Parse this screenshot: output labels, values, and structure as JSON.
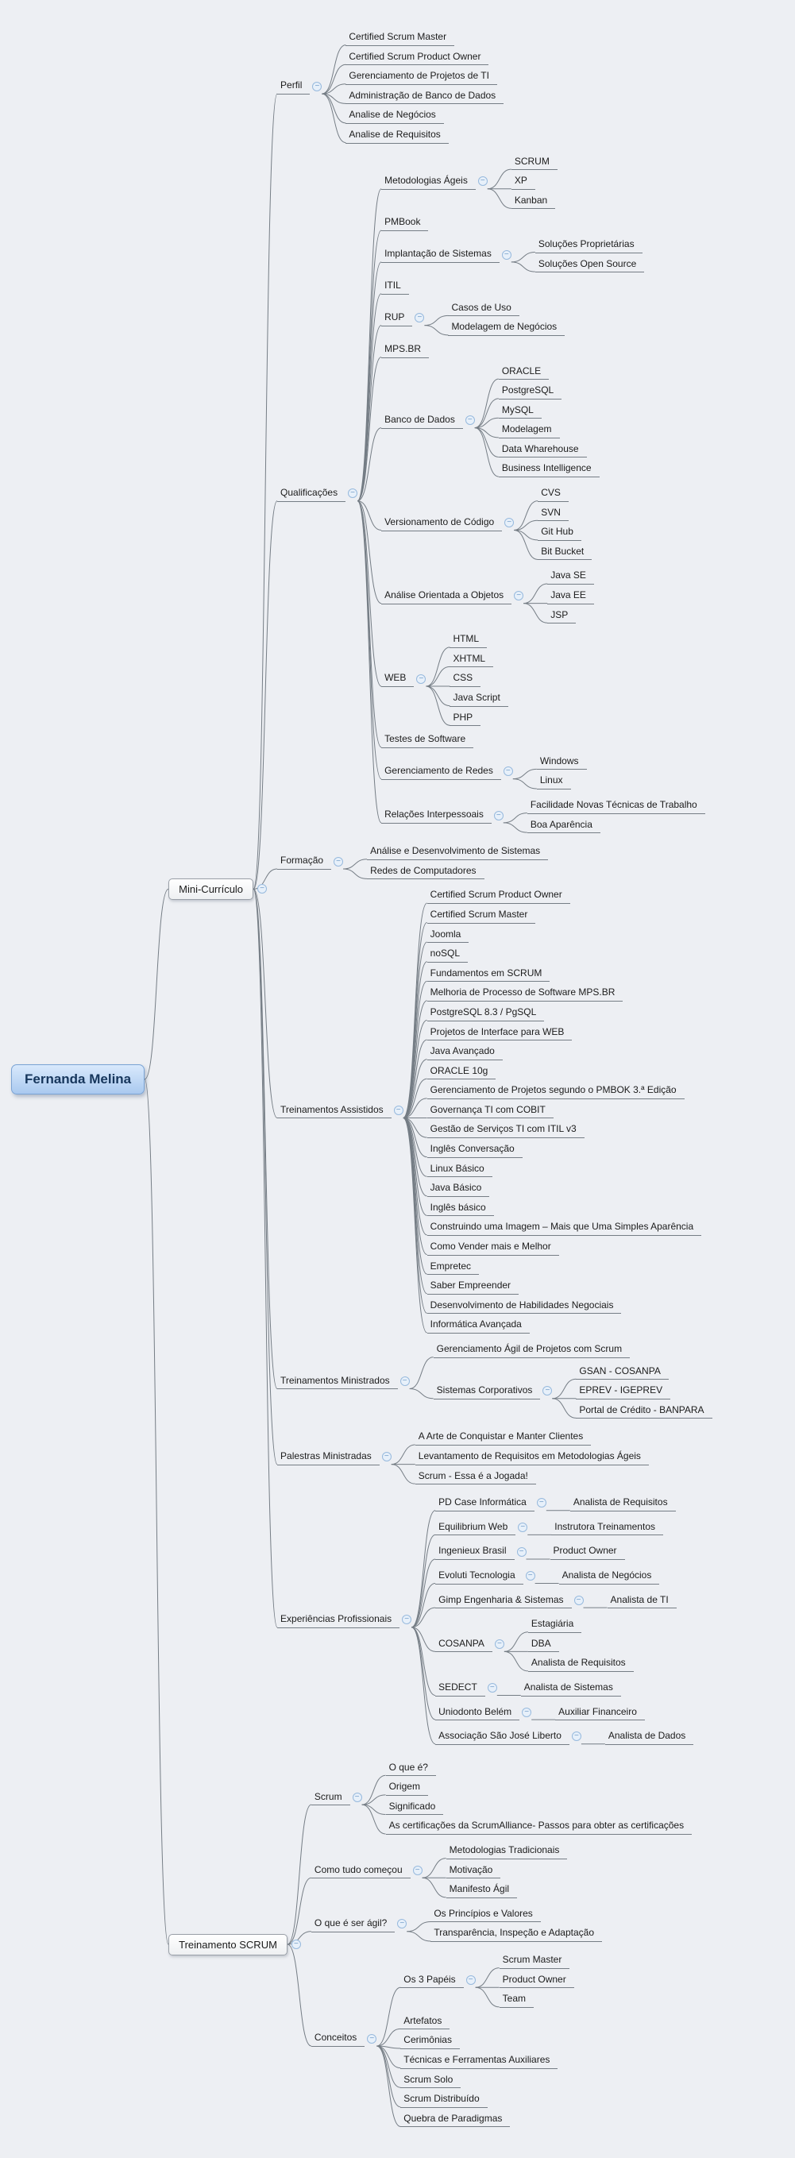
{
  "icons": {
    "collapse": "−"
  },
  "colors": {
    "background": "#edeff3",
    "line": "#757d85",
    "text": "#1b1b1b",
    "root_fill_top": "#d9e9fc",
    "root_fill_bottom": "#a9c9ef",
    "root_border": "#7aa3d4",
    "root_text": "#16365c",
    "main_fill_top": "#ffffff",
    "main_fill_bottom": "#eef0f2",
    "main_border": "#999fa7",
    "collapse_bg": "#e7f0fa",
    "collapse_border": "#97b9dd",
    "collapse_glyph": "#6f99c6"
  },
  "tree": {
    "label": "Fernanda Melina",
    "type": "root",
    "children": [
      {
        "label": "Mini-Currículo",
        "type": "main",
        "children": [
          {
            "label": "Perfil",
            "children": [
              {
                "label": "Certified Scrum Master"
              },
              {
                "label": "Certified Scrum Product Owner"
              },
              {
                "label": "Gerenciamento de Projetos de TI"
              },
              {
                "label": "Administração de Banco de Dados"
              },
              {
                "label": "Analise de Negócios"
              },
              {
                "label": "Analise de Requisitos"
              }
            ]
          },
          {
            "label": "Qualificações",
            "children": [
              {
                "label": "Metodologias Ágeis",
                "children": [
                  {
                    "label": "SCRUM"
                  },
                  {
                    "label": "XP"
                  },
                  {
                    "label": "Kanban"
                  }
                ]
              },
              {
                "label": "PMBook"
              },
              {
                "label": "Implantação de Sistemas",
                "children": [
                  {
                    "label": "Soluções Proprietárias"
                  },
                  {
                    "label": "Soluções Open Source"
                  }
                ]
              },
              {
                "label": "ITIL"
              },
              {
                "label": "RUP",
                "children": [
                  {
                    "label": "Casos de Uso"
                  },
                  {
                    "label": "Modelagem de Negócios"
                  }
                ]
              },
              {
                "label": "MPS.BR"
              },
              {
                "label": "Banco de Dados",
                "children": [
                  {
                    "label": "ORACLE"
                  },
                  {
                    "label": "PostgreSQL"
                  },
                  {
                    "label": "MySQL"
                  },
                  {
                    "label": "Modelagem"
                  },
                  {
                    "label": "Data Wharehouse"
                  },
                  {
                    "label": "Business Intelligence"
                  }
                ]
              },
              {
                "label": "Versionamento de Código",
                "children": [
                  {
                    "label": "CVS"
                  },
                  {
                    "label": "SVN"
                  },
                  {
                    "label": "Git Hub"
                  },
                  {
                    "label": "Bit Bucket"
                  }
                ]
              },
              {
                "label": "Análise Orientada a Objetos",
                "children": [
                  {
                    "label": "Java SE"
                  },
                  {
                    "label": "Java EE"
                  },
                  {
                    "label": "JSP"
                  }
                ]
              },
              {
                "label": "WEB",
                "children": [
                  {
                    "label": "HTML"
                  },
                  {
                    "label": "XHTML"
                  },
                  {
                    "label": "CSS"
                  },
                  {
                    "label": "Java Script"
                  },
                  {
                    "label": "PHP"
                  }
                ]
              },
              {
                "label": "Testes de Software"
              },
              {
                "label": "Gerenciamento de Redes",
                "children": [
                  {
                    "label": "Windows"
                  },
                  {
                    "label": "Linux"
                  }
                ]
              },
              {
                "label": "Relações Interpessoais",
                "children": [
                  {
                    "label": "Facilidade Novas Técnicas de Trabalho"
                  },
                  {
                    "label": "Boa Aparência"
                  }
                ]
              }
            ]
          },
          {
            "label": "Formação",
            "children": [
              {
                "label": "Análise e Desenvolvimento de Sistemas"
              },
              {
                "label": "Redes de Computadores"
              }
            ]
          },
          {
            "label": "Treinamentos Assistidos",
            "children": [
              {
                "label": "Certified Scrum Product Owner"
              },
              {
                "label": "Certified Scrum Master"
              },
              {
                "label": "Joomla"
              },
              {
                "label": "noSQL"
              },
              {
                "label": "Fundamentos em SCRUM"
              },
              {
                "label": "Melhoria de Processo de Software MPS.BR"
              },
              {
                "label": "PostgreSQL 8.3 / PgSQL"
              },
              {
                "label": "Projetos de Interface para WEB"
              },
              {
                "label": "Java Avançado"
              },
              {
                "label": "ORACLE 10g"
              },
              {
                "label": "Gerenciamento de Projetos segundo o PMBOK 3.ª Edição"
              },
              {
                "label": "Governança TI com COBIT"
              },
              {
                "label": "Gestão de Serviços TI com ITIL v3"
              },
              {
                "label": "Inglês Conversação"
              },
              {
                "label": "Linux Básico"
              },
              {
                "label": "Java Básico"
              },
              {
                "label": "Inglês básico"
              },
              {
                "label": "Construindo uma Imagem – Mais que Uma Simples Aparência"
              },
              {
                "label": "Como Vender mais e Melhor"
              },
              {
                "label": "Empretec"
              },
              {
                "label": "Saber Empreender"
              },
              {
                "label": "Desenvolvimento de Habilidades Negociais"
              },
              {
                "label": "Informática Avançada"
              }
            ]
          },
          {
            "label": "Treinamentos Ministrados",
            "children": [
              {
                "label": "Gerenciamento Ágil de Projetos com Scrum"
              },
              {
                "label": "Sistemas Corporativos",
                "children": [
                  {
                    "label": "GSAN - COSANPA"
                  },
                  {
                    "label": "EPREV - IGEPREV"
                  },
                  {
                    "label": "Portal de Crédito - BANPARA"
                  }
                ]
              }
            ]
          },
          {
            "label": "Palestras Ministradas",
            "children": [
              {
                "label": "A Arte de Conquistar e Manter Clientes"
              },
              {
                "label": "Levantamento de Requisitos em Metodologias Ágeis"
              },
              {
                "label": "Scrum - Essa é a Jogada!"
              }
            ]
          },
          {
            "label": "Experiências Profissionais",
            "children": [
              {
                "label": "PD Case Informática",
                "children": [
                  {
                    "label": "Analista de Requisitos"
                  }
                ]
              },
              {
                "label": "Equilibrium Web",
                "children": [
                  {
                    "label": "Instrutora Treinamentos"
                  }
                ]
              },
              {
                "label": "Ingenieux Brasil",
                "children": [
                  {
                    "label": "Product Owner"
                  }
                ]
              },
              {
                "label": "Evoluti Tecnologia",
                "children": [
                  {
                    "label": "Analista de Negócios"
                  }
                ]
              },
              {
                "label": "Gimp Engenharia & Sistemas",
                "children": [
                  {
                    "label": "Analista de TI"
                  }
                ]
              },
              {
                "label": "COSANPA",
                "children": [
                  {
                    "label": "Estagiária"
                  },
                  {
                    "label": "DBA"
                  },
                  {
                    "label": "Analista de Requisitos"
                  }
                ]
              },
              {
                "label": "SEDECT",
                "children": [
                  {
                    "label": "Analista de Sistemas"
                  }
                ]
              },
              {
                "label": "Uniodonto Belém",
                "children": [
                  {
                    "label": "Auxiliar Financeiro"
                  }
                ]
              },
              {
                "label": "Associação São José Liberto",
                "children": [
                  {
                    "label": "Analista de Dados"
                  }
                ]
              }
            ]
          }
        ]
      },
      {
        "label": "Treinamento SCRUM",
        "type": "main",
        "children": [
          {
            "label": "Scrum",
            "children": [
              {
                "label": "O que é?"
              },
              {
                "label": "Origem"
              },
              {
                "label": "Significado"
              },
              {
                "label": "As certificações da ScrumAlliance- Passos para obter as certificações"
              }
            ]
          },
          {
            "label": "Como tudo começou",
            "children": [
              {
                "label": "Metodologias Tradicionais"
              },
              {
                "label": "Motivação"
              },
              {
                "label": "Manifesto Ágil"
              }
            ]
          },
          {
            "label": "O que é ser ágil?",
            "children": [
              {
                "label": "Os Princípios e Valores"
              },
              {
                "label": "Transparência, Inspeção e Adaptação"
              }
            ]
          },
          {
            "label": "Conceitos",
            "children": [
              {
                "label": "Os 3 Papéis",
                "children": [
                  {
                    "label": "Scrum Master"
                  },
                  {
                    "label": "Product Owner"
                  },
                  {
                    "label": "Team"
                  }
                ]
              },
              {
                "label": "Artefatos"
              },
              {
                "label": "Cerimônias"
              },
              {
                "label": "Técnicas e Ferramentas Auxiliares"
              },
              {
                "label": "Scrum Solo"
              },
              {
                "label": "Scrum Distribuído"
              },
              {
                "label": "Quebra de Paradigmas"
              }
            ]
          }
        ]
      }
    ]
  }
}
